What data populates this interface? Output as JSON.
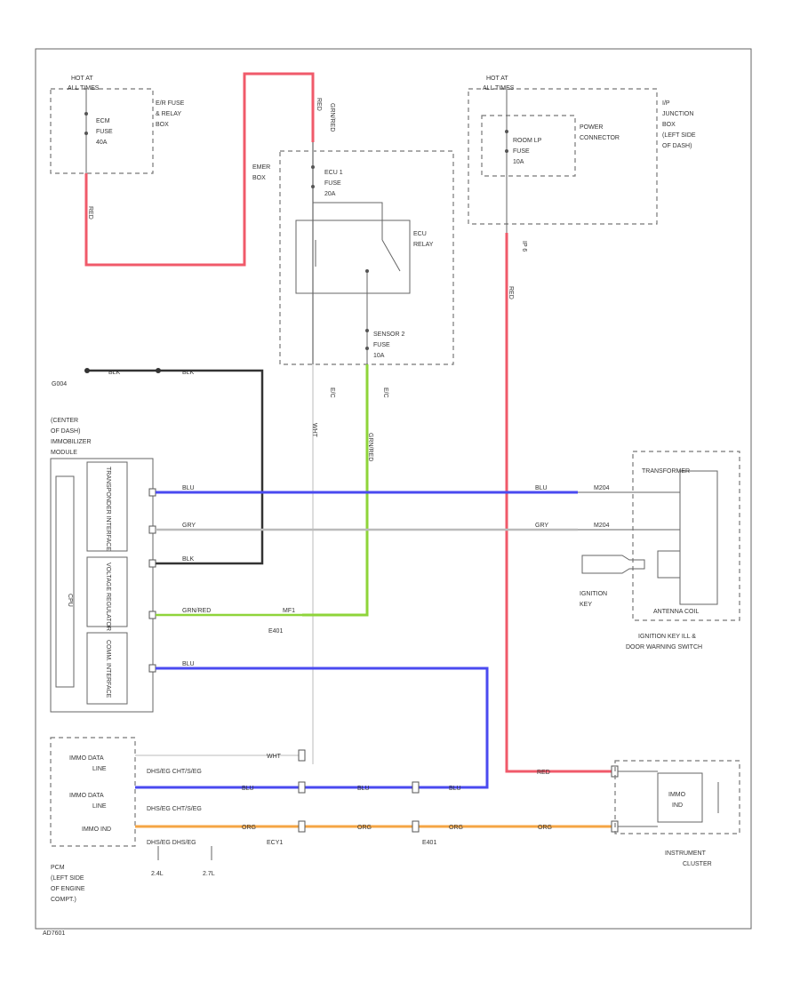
{
  "colors": {
    "red": "#f05a6a",
    "blue": "#4a4af0",
    "green": "#8fd43a",
    "orange": "#f5a544",
    "black": "#333333",
    "gray": "#bbbbbb",
    "white": "#dddddd"
  },
  "labels": {
    "hot_left_1": "HOT AT",
    "hot_left_2": "ALL TIMES",
    "ecm_fuse_1": "ECM",
    "ecm_fuse_2": "FUSE",
    "ecm_fuse_3": "40A",
    "erfuse_1": "E/R FUSE",
    "erfuse_2": "& RELAY",
    "erfuse_3": "BOX",
    "wire_red_left": "RED",
    "wire_red_top": "RED",
    "wire_grnred_top": "GRN/RED",
    "ebox_1": "EMER",
    "ebox_2": "BOX",
    "ecu1_1": "ECU 1",
    "ecu1_2": "FUSE",
    "ecu1_3": "20A",
    "ecurelay_1": "ECU",
    "ecurelay_2": "RELAY",
    "sensor_1": "SENSOR 2",
    "sensor_2": "FUSE",
    "sensor_3": "10A",
    "hot_right_1": "HOT AT",
    "hot_right_2": "ALL TIMES",
    "roomlp_1": "ROOM LP",
    "roomlp_2": "FUSE",
    "roomlp_3": "10A",
    "powerconn_1": "POWER",
    "powerconn_2": "CONNECTOR",
    "ij_1": "I/P",
    "ij_2": "JUNCTION",
    "ij_3": "BOX",
    "ij_4": "(LEFT SIDE",
    "ij_5": "OF DASH)",
    "ip6": "IP 6",
    "wire_red_right": "RED",
    "g004": "G004",
    "blk_a": "BLK",
    "blk_b": "BLK",
    "wht_vert": "WHT",
    "grnred_vert": "GRN/RED",
    "ecu_e_c": "E/C",
    "ecu_e_d": "E/C",
    "imm_1": "(CENTER",
    "imm_2": "OF DASH)",
    "imm_3": "IMMOBILIZER",
    "imm_4": "MODULE",
    "cpu": "CPU",
    "transponder_if": "TRANSPONDER INTERFACE",
    "voltage_reg": "VOLTAGE REGULATOR",
    "comm_if": "COMM. INTERFACE",
    "blu_1": "BLU",
    "blu_1r": "BLU",
    "blu_1x": "M204",
    "gry_1": "GRY",
    "gry_1r": "GRY",
    "gry_1x": "M204",
    "blk_3": "BLK",
    "grnred_4": "GRN/RED",
    "mf1": "MF1",
    "e601_a": "E401",
    "blu_5": "BLU",
    "transformer": "TRANSFORMER",
    "ignkey_1": "IGNITION",
    "ignkey_2": "KEY",
    "antenna": "ANTENNA COIL",
    "ignsw_1": "IGNITION KEY ILL &",
    "ignsw_2": "DOOR WARNING SWITCH",
    "imm_data1_1": "IMMO DATA",
    "imm_data1_2": "LINE",
    "imm_data2_1": "IMMO DATA",
    "imm_data2_2": "LINE",
    "imm_ind": "IMMO IND",
    "dhsub": "DHS/EG   CHT/S/EG",
    "dhsub2": "DHS/EG   CHT/S/EG",
    "dhsub3": "DHS/EG   DHS/EG",
    "wht_bot": "WHT",
    "blu_bot1": "BLU",
    "blu_bot2": "BLU",
    "blu_bot3": "BLU",
    "red_bot": "RED",
    "org_1": "ORG",
    "org_2": "ORG",
    "org_3": "ORG",
    "org_4": "ORG",
    "ecy1": "ECY1",
    "e401_b": "E401",
    "pcm_1": "PCM",
    "pcm_2": "(LEFT SIDE",
    "pcm_3": "OF ENGINE",
    "pcm_4": "COMPT.)",
    "two_l_a": "2.4L",
    "two_l_b": "2.7L",
    "immo_ind_1": "IMMO",
    "immo_ind_2": "IND",
    "cluster_1": "INSTRUMENT",
    "cluster_2": "CLUSTER",
    "footer": "AD7601"
  }
}
